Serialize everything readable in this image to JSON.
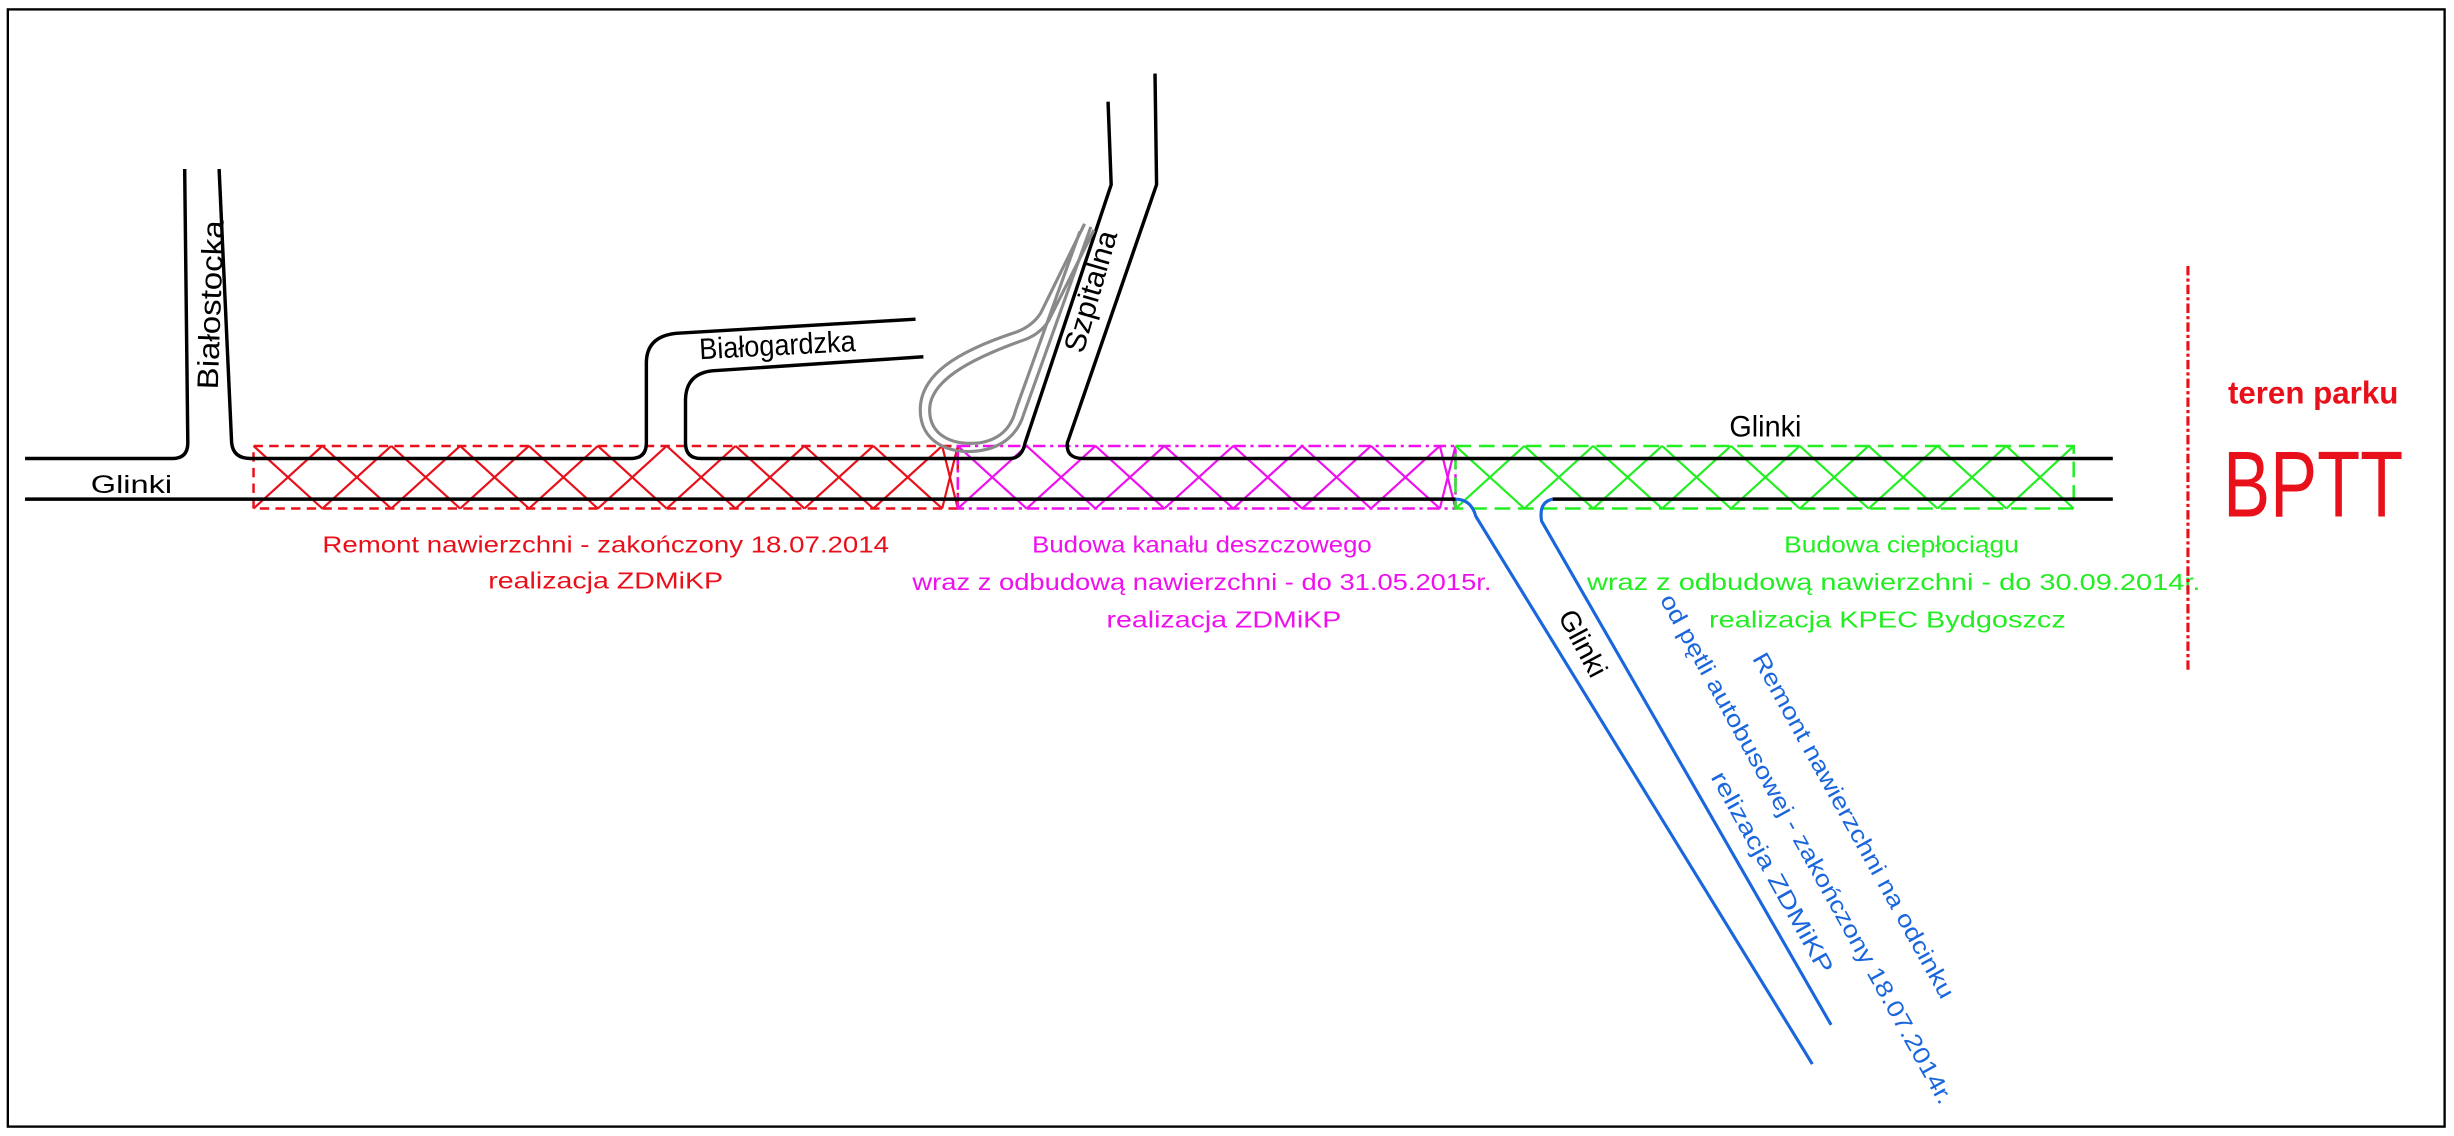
{
  "colors": {
    "road": "#000000",
    "red": "#e8101a",
    "magenta": "#ee10ee",
    "green": "#22ee22",
    "blue": "#1a66dd",
    "loop": "#8a8a8a"
  },
  "streets": {
    "glinki_left": "Glinki",
    "glinki_right": "Glinki",
    "glinki_branch": "Glinki",
    "bialostocka": "Białostocka",
    "bialogardzka": "Białogardzka",
    "szpitalna": "Szpitalna"
  },
  "sections": {
    "red": {
      "line1": "Remont nawierzchni - zakończony 18.07.2014",
      "line2": "realizacja ZDMiKP"
    },
    "magenta": {
      "line1": "Budowa kanału deszczowego",
      "line2": "wraz z odbudową nawierzchni - do 31.05.2015r.",
      "line3": "realizacja ZDMiKP"
    },
    "green": {
      "line1": "Budowa ciepłociągu",
      "line2": "wraz z odbudową nawierzchni - do 30.09.2014r.",
      "line3": "realizacja KPEC Bydgoszcz"
    },
    "blue": {
      "line1": "Remont nawierzchni na odcinku",
      "line2": "od pętli autobusowej - zakończony 18.07.2014r.",
      "line3": "relizacja ZDMiKP"
    }
  },
  "park": {
    "label": "teren parku",
    "name": "BPTT"
  }
}
